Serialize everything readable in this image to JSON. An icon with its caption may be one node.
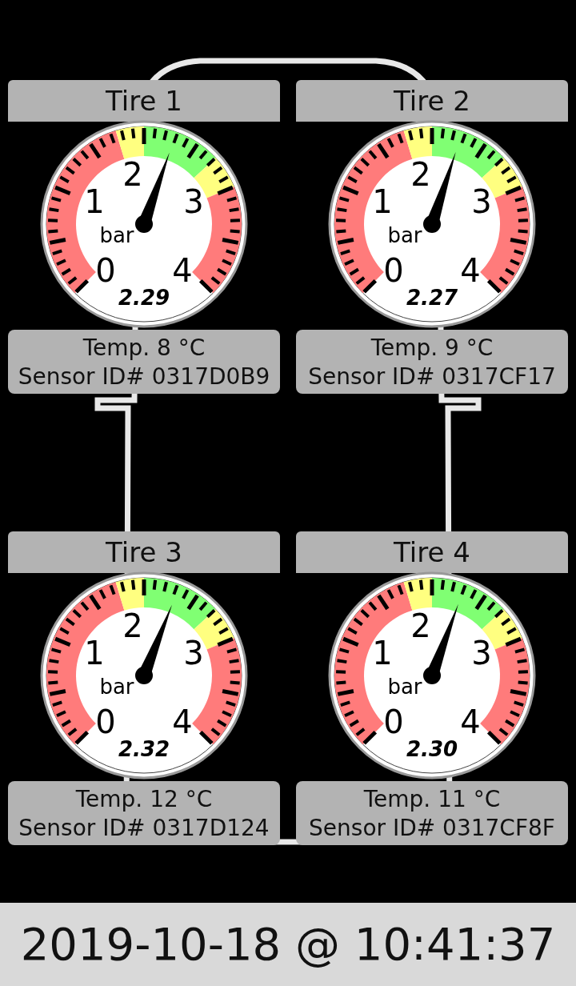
{
  "diagram": {
    "labels": [
      "Tire 1",
      "2",
      "1",
      "bar",
      "3",
      "0",
      "4",
      "2.29",
      "Temp. 8 °C",
      "Sensor ID# 0317D0B9",
      "Tire 2",
      "2",
      "1",
      "bar",
      "3",
      "0",
      "4",
      "2.27",
      "Temp. 9 °C",
      "Sensor ID# 0317CF17",
      "Tire 3",
      "2",
      "1",
      "bar",
      "3",
      "0",
      "4",
      "2.32",
      "Temp. 12 °C",
      "Sensor ID# 0317D124",
      "Tire 4",
      "2",
      "1",
      "bar",
      "3",
      "0",
      "4",
      "2.30",
      "Temp. 11 °C",
      "Sensor ID# 0317CF8F",
      "2019-10-18 @ 10:41:37"
    ]
  }
}
